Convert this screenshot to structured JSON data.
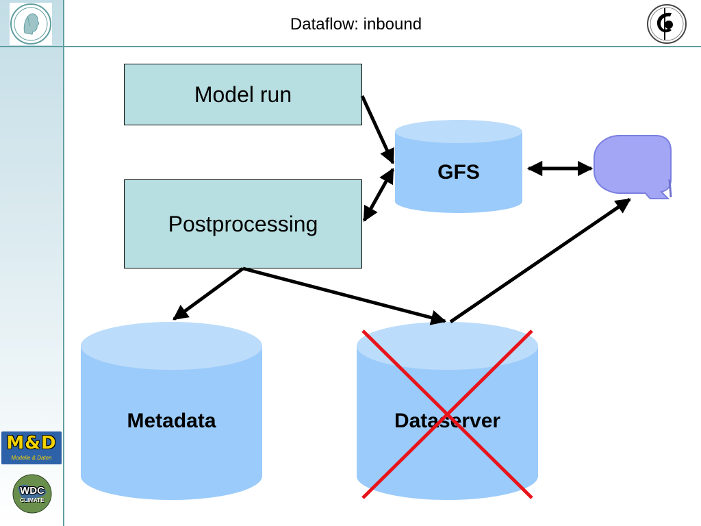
{
  "slide": {
    "title": "Dataflow: inbound"
  },
  "logos": {
    "md_main": "M&D",
    "md_sub": "Modelle & Daten",
    "wdc_main": "WDC",
    "wdc_sub": "CLIMATE"
  },
  "nodes": {
    "model_run": "Model run",
    "postprocessing": "Postprocessing",
    "gfs": "GFS",
    "metadata": "Metadata",
    "dataserver": "Dataserver"
  },
  "colors": {
    "process_box": "#b7dee0",
    "cylinder_body": "#9bcbfa",
    "cylinder_top": "#bcdcfb",
    "accent_line": "#5f9ea0",
    "cross_mark": "#e8141b",
    "q_shape": "#a3a6f5"
  }
}
